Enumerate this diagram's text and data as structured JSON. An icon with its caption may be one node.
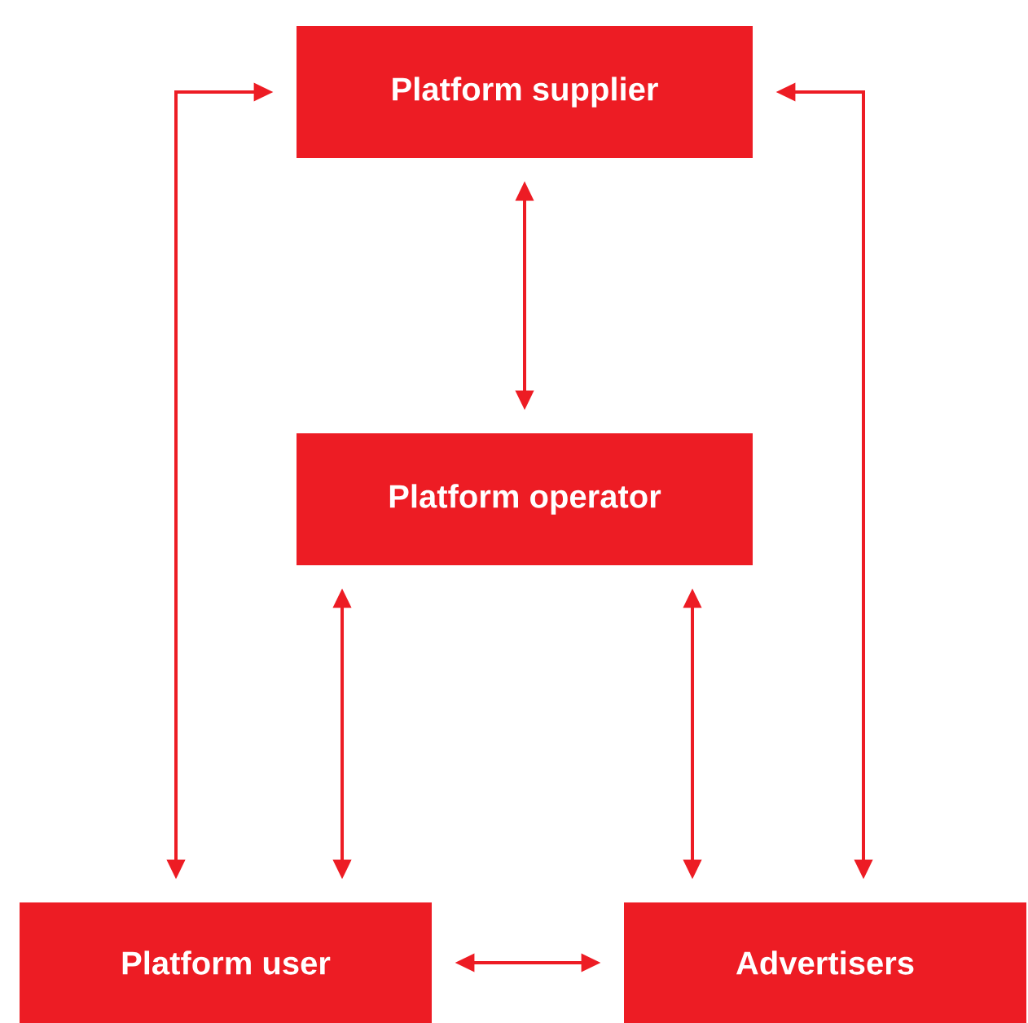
{
  "diagram": {
    "nodes": [
      {
        "text": [
          "Platform supplier"
        ]
      },
      {
        "text": [
          "Platform operator"
        ]
      },
      {
        "text": [
          "Platform user"
        ]
      },
      {
        "text": [
          "Advertisers"
        ]
      }
    ],
    "edges": [
      {
        "from": 0,
        "to": 1,
        "arrow": "both"
      },
      {
        "from": 2,
        "to": 0,
        "arrow": "both"
      },
      {
        "from": 3,
        "to": 0,
        "arrow": "both"
      },
      {
        "from": 2,
        "to": 1,
        "arrow": "both"
      },
      {
        "from": 3,
        "to": 1,
        "arrow": "both"
      },
      {
        "from": 2,
        "to": 3,
        "arrow": "both"
      }
    ]
  }
}
